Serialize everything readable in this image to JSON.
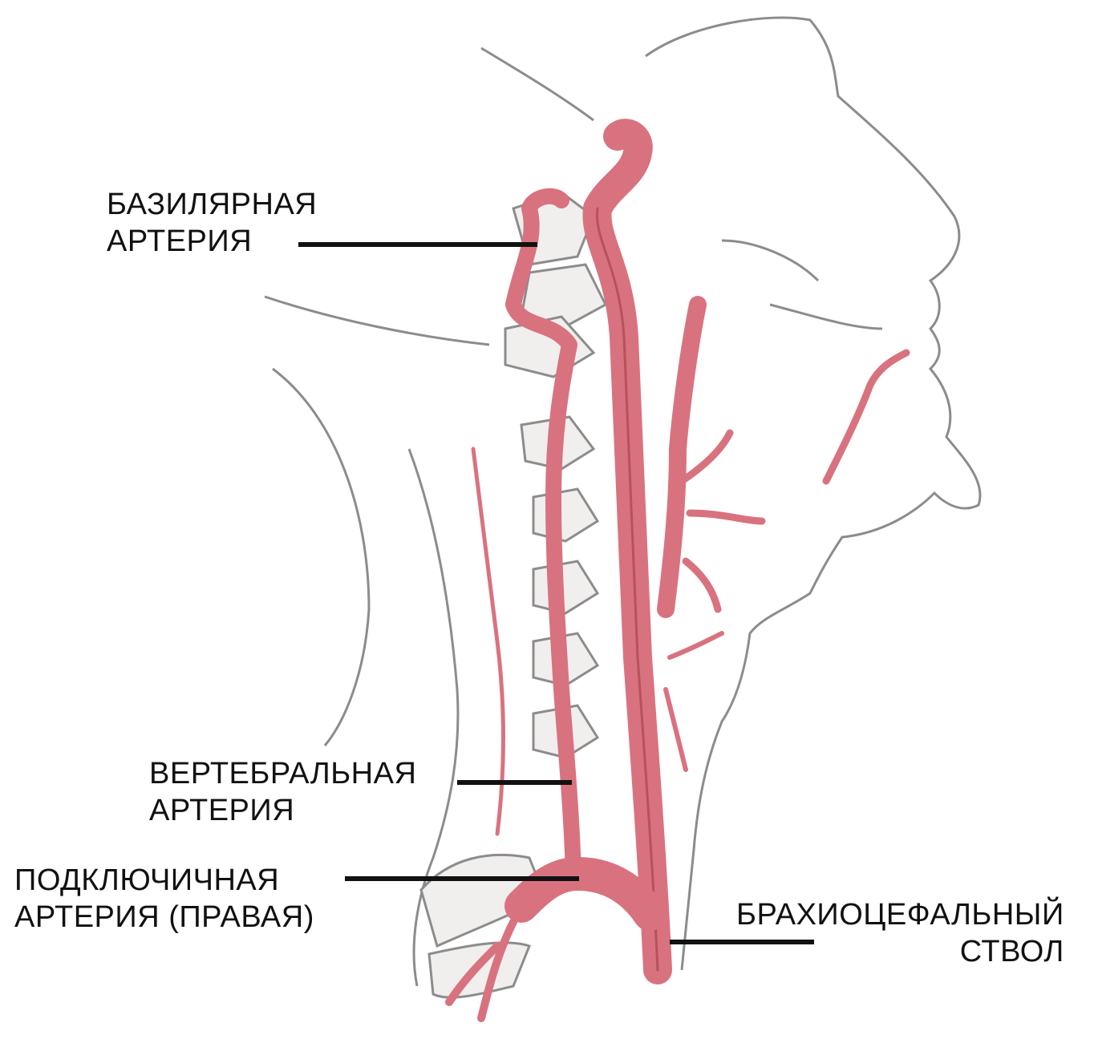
{
  "colors": {
    "artery": "#d9727f",
    "artery_dark": "#b8505e",
    "ink": "#1a1a1a",
    "sketch": "#8c8c8c",
    "background": "#ffffff"
  },
  "labels": {
    "basilar": {
      "line1": "БАЗИЛЯРНАЯ",
      "line2": "АРТЕРИЯ"
    },
    "vertebral": {
      "line1": "ВЕРТЕБРАЛЬНАЯ",
      "line2": "АРТЕРИЯ"
    },
    "subclavian": {
      "line1": "ПОДКЛЮЧИЧНАЯ",
      "line2": "АРТЕРИЯ (ПРАВАЯ)"
    },
    "brachiocephalic": {
      "line1": "БРАХИОЦЕФАЛЬНЫЙ",
      "line2": "СТВОЛ"
    }
  }
}
